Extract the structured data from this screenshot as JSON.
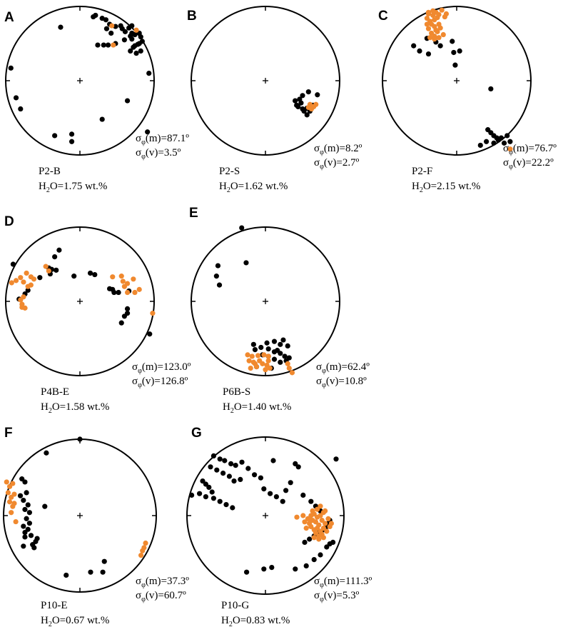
{
  "colors": {
    "black": "#000000",
    "orange": "#f0892f"
  },
  "chart_data": [
    {
      "type": "scatter",
      "panel": "A",
      "sample": "P2-B",
      "water_prefix": "H",
      "water_sub": "2",
      "water_value": "O=1.75 wt.%",
      "sigma_m": "(m)=87.1º",
      "sigma_v": "(v)=3.5º",
      "series": [
        {
          "color": "black",
          "x": [
            0.18,
            0.48,
            0.7,
            0.8,
            0.93,
            -0.26,
            -0.93,
            -0.86,
            -0.8,
            0.64,
            0.91,
            0.3,
            -0.34,
            -0.11,
            -0.11,
            0.21,
            0.3,
            0.35,
            0.4,
            0.36,
            0.42,
            0.55,
            0.57,
            0.61,
            0.66,
            0.7,
            0.68,
            0.7,
            0.74,
            0.8,
            0.82,
            0.84,
            0.78,
            0.72,
            0.68,
            0.76,
            0.82,
            0.24,
            0.32,
            0.38,
            0.48,
            0.6,
            0.74
          ],
          "y": [
            0.86,
            0.73,
            0.64,
            0.5,
            0.1,
            0.72,
            0.17,
            -0.23,
            -0.38,
            -0.27,
            -0.69,
            -0.52,
            -0.74,
            -0.72,
            -0.82,
            0.88,
            0.84,
            0.82,
            0.76,
            0.7,
            0.64,
            0.74,
            0.7,
            0.66,
            0.71,
            0.74,
            0.6,
            0.56,
            0.62,
            0.64,
            0.59,
            0.53,
            0.49,
            0.45,
            0.4,
            0.37,
            0.4,
            0.48,
            0.48,
            0.48,
            0.5,
            0.55,
            0.47
          ]
        },
        {
          "color": "orange",
          "x": [
            0.43,
            0.76,
            0.45
          ],
          "y": [
            0.74,
            0.68,
            0.48
          ]
        }
      ]
    },
    {
      "type": "scatter",
      "panel": "B",
      "sample": "P2-S",
      "water_prefix": "H",
      "water_sub": "2",
      "water_value": "O=1.62 wt.%",
      "sigma_m": "(m)=8.2º",
      "sigma_v": "(v)=2.7º",
      "series": [
        {
          "color": "black",
          "x": [
            0.5,
            0.58,
            0.7,
            0.46,
            0.4,
            0.42,
            0.48,
            0.44,
            0.5,
            0.56,
            0.64,
            0.52,
            0.56,
            0.6
          ],
          "y": [
            -0.2,
            -0.15,
            -0.19,
            -0.25,
            -0.27,
            -0.33,
            -0.3,
            -0.35,
            -0.38,
            -0.37,
            -0.33,
            -0.41,
            -0.46,
            -0.41
          ]
        },
        {
          "color": "orange",
          "x": [
            0.6,
            0.65,
            0.68,
            0.62,
            0.58
          ],
          "y": [
            -0.32,
            -0.35,
            -0.32,
            -0.38,
            -0.36
          ]
        }
      ]
    },
    {
      "type": "scatter",
      "panel": "C",
      "sample": "P2-F",
      "water_prefix": "H",
      "water_sub": "2",
      "water_value": "O=2.15 wt.%",
      "sigma_m": "(m)=76.7º",
      "sigma_v": "(v)=22.2º",
      "series": [
        {
          "color": "black",
          "x": [
            -0.4,
            -0.28,
            -0.22,
            -0.06,
            -0.04,
            0.04,
            -0.58,
            -0.5,
            -0.38,
            -0.02,
            0.46,
            0.42,
            0.46,
            0.5,
            0.54,
            0.6,
            0.68,
            0.72,
            0.64,
            0.56,
            0.5,
            0.4,
            0.32
          ],
          "y": [
            0.57,
            0.52,
            0.47,
            0.53,
            0.38,
            0.4,
            0.47,
            0.4,
            0.36,
            0.21,
            -0.11,
            -0.66,
            -0.7,
            -0.74,
            -0.77,
            -0.77,
            -0.74,
            -0.82,
            -0.84,
            -0.8,
            -0.84,
            -0.82,
            -0.87
          ]
        },
        {
          "color": "orange",
          "x": [
            -0.38,
            -0.32,
            -0.28,
            -0.24,
            -0.4,
            -0.36,
            -0.3,
            -0.26,
            -0.34,
            -0.3,
            -0.24,
            -0.38,
            -0.28,
            -0.22,
            -0.34,
            -0.3,
            -0.18,
            -0.36,
            -0.26,
            -0.32,
            -0.2,
            -0.16,
            -0.3,
            -0.38,
            -0.14,
            -0.4,
            -0.24,
            0.72
          ],
          "y": [
            0.9,
            0.88,
            0.92,
            0.89,
            0.84,
            0.8,
            0.82,
            0.85,
            0.76,
            0.73,
            0.76,
            0.7,
            0.68,
            0.71,
            0.64,
            0.6,
            0.62,
            0.58,
            0.66,
            0.94,
            0.95,
            0.86,
            0.56,
            0.92,
            0.9,
            0.76,
            0.58,
            -0.92
          ]
        }
      ]
    },
    {
      "type": "scatter",
      "panel": "D",
      "sample": "P4B-E",
      "water_prefix": "H",
      "water_sub": "2",
      "water_value": "O=1.58 wt.%",
      "sigma_m": "(m)=123.0º",
      "sigma_v": "(v)=126.8º",
      "series": [
        {
          "color": "black",
          "x": [
            -0.9,
            -0.28,
            -0.34,
            -0.38,
            -0.42,
            -0.4,
            -0.54,
            -0.32,
            -0.08,
            0.14,
            0.2,
            0.4,
            0.46,
            0.44,
            0.52,
            0.66,
            0.64,
            0.64,
            0.6,
            0.56,
            0.94,
            -0.74,
            -0.7,
            -0.82
          ],
          "y": [
            0.5,
            0.69,
            0.6,
            0.43,
            0.45,
            0.37,
            0.32,
            0.42,
            0.34,
            0.38,
            0.36,
            0.17,
            0.12,
            0.16,
            0.12,
            0.14,
            -0.1,
            -0.16,
            -0.2,
            -0.29,
            -0.44,
            0.1,
            0.15,
            0.03
          ]
        },
        {
          "color": "orange",
          "x": [
            -0.72,
            -0.66,
            -0.62,
            -0.92,
            -0.86,
            -0.8,
            -0.76,
            -0.7,
            -0.66,
            -0.76,
            -0.8,
            -0.78,
            -0.46,
            -0.42,
            0.44,
            0.56,
            0.58,
            0.6,
            0.64,
            0.72,
            0.8,
            0.74,
            0.64,
            0.98,
            -0.74,
            -0.78
          ],
          "y": [
            0.38,
            0.33,
            0.3,
            0.25,
            0.28,
            0.32,
            0.26,
            0.2,
            0.22,
            0.06,
            0.02,
            -0.08,
            0.47,
            0.41,
            0.33,
            0.34,
            0.27,
            0.2,
            0.24,
            0.3,
            0.16,
            0.12,
            0.12,
            -0.16,
            -0.09,
            -0.04
          ]
        }
      ]
    },
    {
      "type": "scatter",
      "panel": "E",
      "sample": "P6B-S",
      "water_prefix": "H",
      "water_sub": "2",
      "water_value": "O=1.40 wt.%",
      "sigma_m": "(m)=62.4º",
      "sigma_v": "(v)=10.8º",
      "series": [
        {
          "color": "black",
          "x": [
            -0.32,
            -0.64,
            -0.66,
            -0.62,
            -0.26,
            -0.16,
            0.02,
            0.12,
            0.2,
            0.24,
            0.3,
            -0.14,
            -0.06,
            0.04,
            0.12,
            0.2,
            0.26,
            0.32,
            0.28,
            0.2,
            0.12,
            0.04,
            -0.04,
            -0.12,
            0.16,
            0.08
          ],
          "y": [
            0.99,
            0.48,
            0.34,
            0.22,
            0.52,
            -0.58,
            -0.56,
            -0.54,
            -0.58,
            -0.52,
            -0.6,
            -0.65,
            -0.62,
            -0.64,
            -0.68,
            -0.7,
            -0.74,
            -0.76,
            -0.8,
            -0.82,
            -0.78,
            -0.74,
            -0.72,
            -0.88,
            -0.66,
            -0.9
          ]
        },
        {
          "color": "orange",
          "x": [
            -0.24,
            -0.18,
            -0.1,
            -0.02,
            0.04,
            -0.22,
            -0.16,
            -0.08,
            -0.04,
            0.02,
            -0.2,
            -0.12,
            0.0,
            0.06,
            0.3,
            0.32,
            0.36,
            -0.14,
            0.04
          ],
          "y": [
            -0.72,
            -0.74,
            -0.73,
            -0.72,
            -0.74,
            -0.8,
            -0.82,
            -0.8,
            -0.84,
            -0.86,
            -0.9,
            -0.88,
            -0.92,
            -0.9,
            -0.84,
            -0.9,
            -0.96,
            -0.84,
            -0.8
          ]
        }
      ]
    },
    {
      "type": "scatter",
      "panel": "F",
      "sample": "P10-E",
      "water_prefix": "H",
      "water_sub": "2",
      "water_value": "O=0.67 wt.%",
      "sigma_m": "(m)=37.3º",
      "sigma_v": "(v)=60.7º",
      "series": [
        {
          "color": "black",
          "x": [
            0.0,
            -0.44,
            -0.76,
            -0.72,
            -0.7,
            -0.78,
            -0.74,
            -0.68,
            -0.72,
            -0.66,
            -0.7,
            -0.66,
            -0.74,
            -0.68,
            -0.72,
            -0.46,
            -0.72,
            -0.64,
            -0.58,
            -0.18,
            0.14,
            0.32,
            0.3,
            -0.74,
            -0.62,
            -0.6,
            -0.56
          ],
          "y": [
            1.0,
            0.82,
            0.48,
            0.44,
            0.3,
            0.26,
            0.2,
            0.14,
            0.08,
            0.04,
            -0.04,
            -0.1,
            -0.14,
            -0.18,
            -0.22,
            0.12,
            -0.28,
            -0.26,
            -0.34,
            -0.78,
            -0.74,
            -0.6,
            -0.74,
            -0.4,
            -0.38,
            -0.42,
            -0.3
          ]
        },
        {
          "color": "orange",
          "x": [
            -0.96,
            -0.92,
            -0.88,
            -0.94,
            -0.9,
            -0.86,
            -0.92,
            -0.88,
            -0.86,
            -0.9,
            -0.84,
            0.86,
            0.84,
            0.82,
            0.8
          ],
          "y": [
            0.44,
            0.38,
            0.42,
            0.3,
            0.24,
            0.28,
            0.18,
            0.12,
            0.16,
            0.04,
            -0.08,
            -0.36,
            -0.42,
            -0.46,
            -0.52
          ]
        }
      ]
    },
    {
      "type": "scatter",
      "panel": "G",
      "sample": "P10-G",
      "water_prefix": "H",
      "water_sub": "2",
      "water_value": "O=0.83 wt.%",
      "sigma_m": "(m)=111.3º",
      "sigma_v": "(v)=5.3º",
      "series": [
        {
          "color": "black",
          "x": [
            -0.66,
            -0.58,
            -0.52,
            -0.44,
            -0.38,
            -0.3,
            -0.22,
            -0.14,
            -0.06,
            -0.7,
            -0.62,
            -0.54,
            -0.46,
            -0.4,
            -0.32,
            -0.8,
            -0.76,
            -0.72,
            -0.68,
            -0.94,
            -0.84,
            -0.76,
            -0.66,
            -0.58,
            -0.5,
            -0.42,
            0.1,
            -0.02,
            0.06,
            0.14,
            0.22,
            0.38,
            0.42,
            0.48,
            0.58,
            0.64,
            0.7,
            0.9,
            0.82,
            0.8,
            0.78,
            0.74,
            0.68,
            0.62,
            0.56,
            0.5,
            0.78,
            0.82,
            0.86,
            -0.24,
            -0.02,
            0.08,
            0.38,
            0.52,
            0.62,
            0.7,
            0.26,
            0.32
          ],
          "y": [
            0.76,
            0.72,
            0.7,
            0.66,
            0.64,
            0.68,
            0.6,
            0.52,
            0.48,
            0.62,
            0.58,
            0.54,
            0.5,
            0.44,
            0.46,
            0.44,
            0.4,
            0.36,
            0.3,
            0.26,
            0.28,
            0.24,
            0.22,
            0.18,
            0.14,
            0.1,
            0.7,
            0.34,
            0.28,
            0.24,
            0.18,
            0.66,
            0.62,
            0.26,
            0.18,
            0.12,
            0.06,
            0.72,
            -0.06,
            -0.1,
            -0.14,
            -0.18,
            -0.22,
            -0.26,
            -0.3,
            -0.34,
            -0.4,
            -0.36,
            -0.34,
            -0.72,
            -0.68,
            -0.66,
            -0.68,
            -0.64,
            -0.56,
            -0.5,
            0.32,
            0.42
          ]
        },
        {
          "color": "orange",
          "x": [
            0.4,
            0.48,
            0.54,
            0.58,
            0.62,
            0.66,
            0.7,
            0.74,
            0.5,
            0.56,
            0.6,
            0.64,
            0.68,
            0.72,
            0.76,
            0.8,
            0.58,
            0.62,
            0.66,
            0.7,
            0.74,
            0.64,
            0.68,
            0.72,
            0.52,
            0.78,
            0.82,
            0.6,
            0.66,
            0.7,
            0.76,
            0.56,
            0.62,
            0.68,
            0.74,
            0.84
          ],
          "y": [
            -0.02,
            0.0,
            -0.04,
            0.0,
            0.02,
            -0.02,
            0.0,
            0.04,
            -0.08,
            -0.1,
            -0.06,
            -0.08,
            -0.12,
            -0.06,
            -0.1,
            -0.04,
            -0.14,
            -0.18,
            -0.16,
            -0.2,
            -0.16,
            -0.22,
            -0.26,
            -0.24,
            -0.16,
            -0.2,
            -0.14,
            0.06,
            0.08,
            0.12,
            0.06,
            -0.04,
            -0.28,
            -0.3,
            -0.28,
            -0.1
          ]
        }
      ]
    }
  ]
}
